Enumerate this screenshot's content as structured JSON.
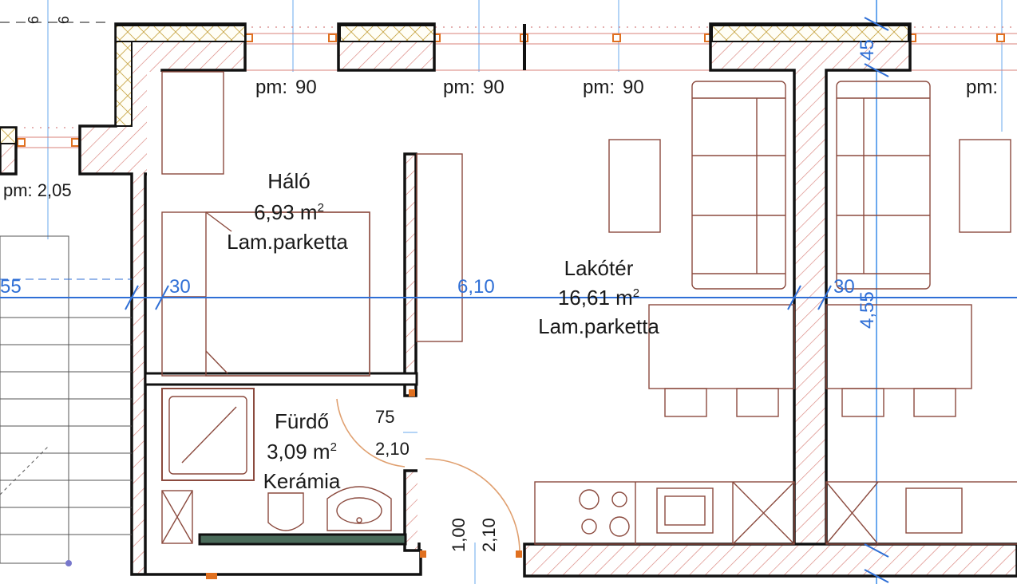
{
  "rooms": {
    "halo": {
      "name": "Háló",
      "area": "6,93 m",
      "area_sup": "2",
      "floor": "Lam.parketta"
    },
    "lakoter": {
      "name": "Lakótér",
      "area": "16,61 m",
      "area_sup": "2",
      "floor": "Lam.parketta"
    },
    "furdo": {
      "name": "Fürdő",
      "area": "3,09 m",
      "area_sup": "2",
      "floor": "Kerámia"
    }
  },
  "window_heights": {
    "w1": {
      "prefix": "pm:",
      "value": "90"
    },
    "w2": {
      "prefix": "pm:",
      "value": "90"
    },
    "w3": {
      "prefix": "pm:",
      "value": "90"
    },
    "w4": {
      "prefix": "pm:",
      "value": ""
    },
    "w5": "pm: 2,05"
  },
  "dimensions": {
    "d_55": "55",
    "d_30_left": "30",
    "d_610": "6,10",
    "d_30_right": "30",
    "d_455": "4,55",
    "d_45": "45",
    "door_75": "75",
    "door_210": "2,10",
    "door_100": "1,00",
    "door_210_vertical": "2,10",
    "top_6a": "6",
    "top_6b": "6"
  },
  "colors": {
    "wall_outline": "#111111",
    "hatch": "#d9817a",
    "furniture": "#8b4a3e",
    "dimension": "#2f6fd6",
    "gridline": "#6aa8ee",
    "door_arc": "#e0a070",
    "window_marker": "#e07020"
  }
}
